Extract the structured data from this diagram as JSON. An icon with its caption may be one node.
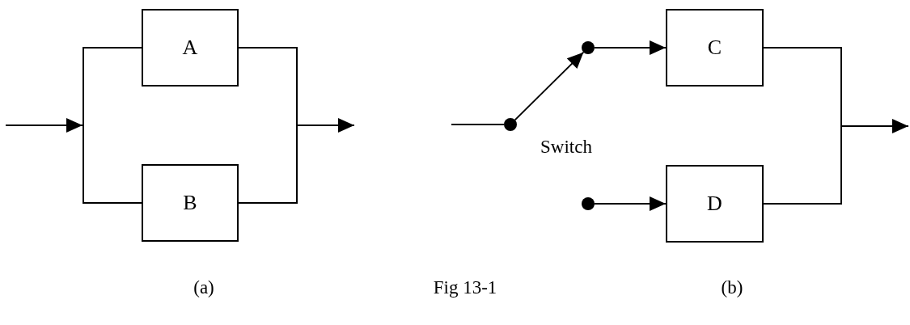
{
  "diagram": {
    "nodes": [
      {
        "text": [
          "A"
        ]
      },
      {
        "text": [
          "B"
        ]
      },
      {
        "text": [
          "C"
        ]
      },
      {
        "text": [
          "D"
        ]
      },
      {
        "text": [],
        "shape": "circle"
      },
      {
        "text": [],
        "shape": "circle"
      },
      {
        "text": [],
        "shape": "circle"
      },
      {
        "text": [],
        "shape": "bar"
      },
      {
        "text": [],
        "shape": "bar"
      },
      {
        "text": [],
        "shape": "bar"
      }
    ],
    "edges": [
      {
        "from": null,
        "to": 7,
        "arrow": "to"
      },
      {
        "from": 7,
        "to": 0,
        "arrow": "none"
      },
      {
        "from": 7,
        "to": 1,
        "arrow": "none"
      },
      {
        "from": 0,
        "to": 8,
        "arrow": "none"
      },
      {
        "from": 1,
        "to": 8,
        "arrow": "none"
      },
      {
        "from": 8,
        "to": null,
        "arrow": "to"
      },
      {
        "from": null,
        "to": 4,
        "arrow": "none"
      },
      {
        "from": 4,
        "to": 5,
        "arrow": "to"
      },
      {
        "from": 5,
        "to": 2,
        "arrow": "to"
      },
      {
        "from": 6,
        "to": 3,
        "arrow": "to"
      },
      {
        "from": 2,
        "to": 9,
        "arrow": "none"
      },
      {
        "from": 3,
        "to": 9,
        "arrow": "none"
      },
      {
        "from": 9,
        "to": null,
        "arrow": "to"
      }
    ],
    "labels": [
      "Switch",
      "(a)",
      "Fig 13-1",
      "(b)"
    ]
  }
}
